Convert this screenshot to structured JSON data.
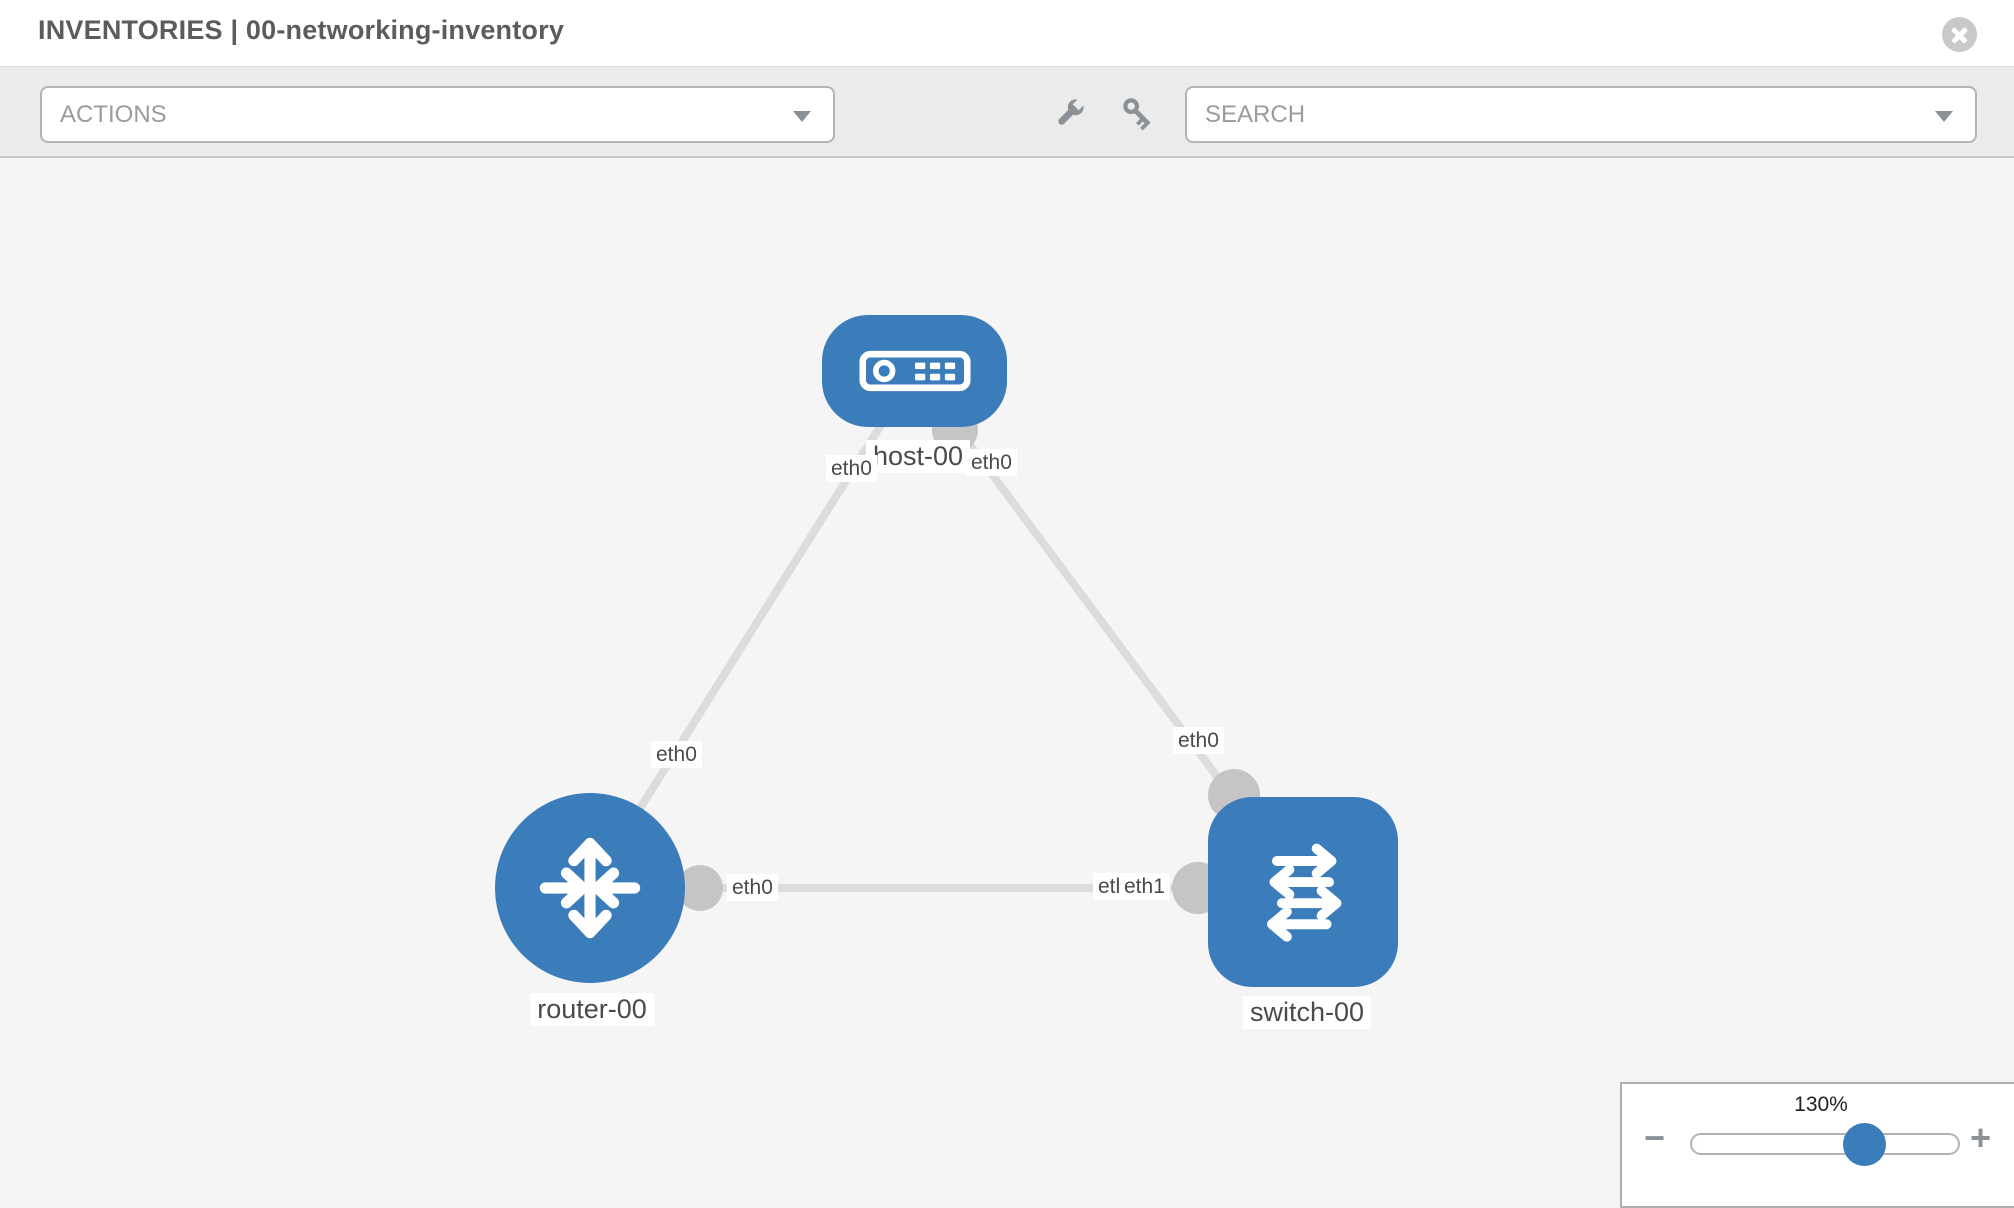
{
  "header": {
    "title": "INVENTORIES | 00-networking-inventory"
  },
  "toolbar": {
    "actions_label": "ACTIONS",
    "search_placeholder": "SEARCH"
  },
  "canvas": {
    "nodes": [
      {
        "type": "host",
        "label": "host-00"
      },
      {
        "type": "router",
        "label": "router-00"
      },
      {
        "type": "switch",
        "label": "switch-00"
      }
    ],
    "interfaces": [
      {
        "label": "eth0"
      },
      {
        "label": "eth0"
      },
      {
        "label": "eth0"
      },
      {
        "label": "eth0"
      },
      {
        "label": "eth0"
      },
      {
        "label": "eth1"
      },
      {
        "label": "eth1"
      }
    ]
  },
  "zoom_control": {
    "level": "130%",
    "minus_label": "−",
    "plus_label": "+"
  },
  "colors": {
    "node_blue": "#3b7cba",
    "port_gray": "#c5c5c5",
    "link_gray": "#dcdcdc",
    "canvas_bg": "#f5f5f5",
    "toolbar_bg": "#ebebeb"
  }
}
